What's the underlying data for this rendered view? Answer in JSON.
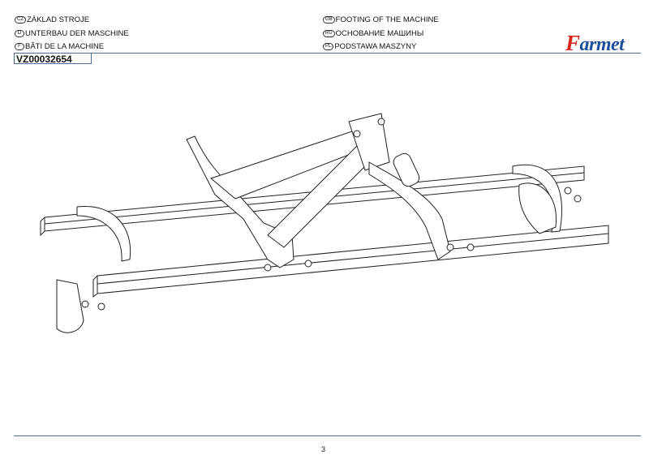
{
  "header": {
    "titles_left": [
      {
        "lang": "CZ",
        "text": "ZÁKLAD STROJE"
      },
      {
        "lang": "D",
        "text": "UNTERBAU DER MASCHINE"
      },
      {
        "lang": "F",
        "text": "BÂTI DE LA MACHINE"
      }
    ],
    "titles_right": [
      {
        "lang": "GB",
        "text": "FOOTING OF THE MACHINE"
      },
      {
        "lang": "RU",
        "text": "ОСНОВАНИЕ МАШИНЫ"
      },
      {
        "lang": "PL",
        "text": "PODSTAWA MASZYNY"
      }
    ],
    "part_code": "VZ00032654",
    "logo": {
      "first": "F",
      "rest": "armet"
    }
  },
  "footer": {
    "page_number": "3"
  },
  "colors": {
    "rule": "#4a6f95",
    "logo_red": "#d8261c",
    "logo_blue": "#1d4f9a"
  }
}
